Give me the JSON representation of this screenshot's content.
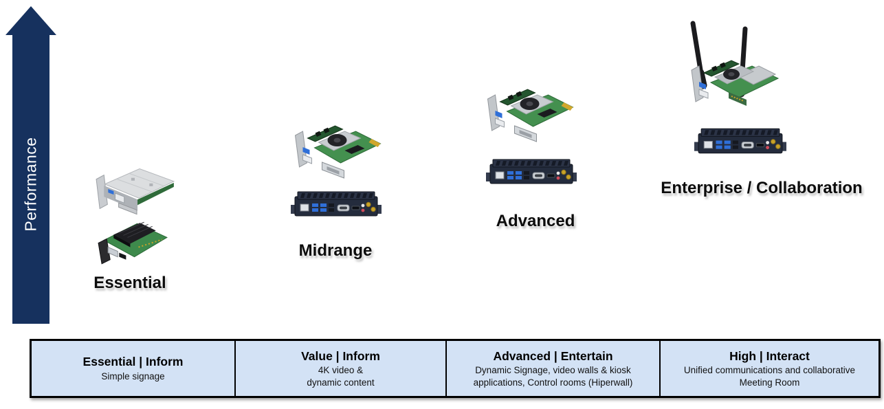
{
  "axis": {
    "label": "Performance"
  },
  "tiers": [
    {
      "label": "Essential",
      "images": [
        "metal-ops-module",
        "open-frame-board"
      ]
    },
    {
      "label": "Midrange",
      "images": [
        "slot-in-board",
        "navy-ops-module"
      ]
    },
    {
      "label": "Advanced",
      "images": [
        "slot-in-board",
        "navy-ops-module"
      ]
    },
    {
      "label": "Enterprise / Collaboration",
      "images": [
        "wifi-antenna-board",
        "navy-ops-module"
      ]
    }
  ],
  "segment_table": {
    "columns": [
      {
        "title": "Essential | Inform",
        "description": "Simple signage"
      },
      {
        "title": "Value | Inform",
        "description": "4K video &\ndynamic content"
      },
      {
        "title": "Advanced | Entertain",
        "description": "Dynamic Signage, video walls & kiosk\napplications, Control rooms (Hiperwall)"
      },
      {
        "title": "High | Interact",
        "description": "Unified communications and collaborative\nMeeting Room"
      }
    ]
  },
  "colors": {
    "arrow": "#16315e",
    "table_fill": "#d3e2f5",
    "table_border": "#000000"
  }
}
